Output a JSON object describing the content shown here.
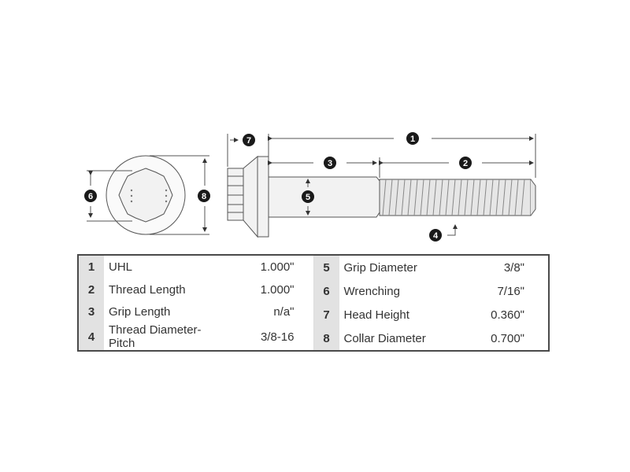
{
  "diagram": {
    "callouts": [
      {
        "n": "1",
        "name": "uhl-callout"
      },
      {
        "n": "2",
        "name": "thread-length-callout"
      },
      {
        "n": "3",
        "name": "grip-length-callout"
      },
      {
        "n": "4",
        "name": "thread-diameter-callout"
      },
      {
        "n": "5",
        "name": "grip-diameter-callout"
      },
      {
        "n": "6",
        "name": "wrenching-callout"
      },
      {
        "n": "7",
        "name": "head-height-callout"
      },
      {
        "n": "8",
        "name": "collar-diameter-callout"
      }
    ],
    "colors": {
      "line": "#555555",
      "fill": "#f2f2f2",
      "callout": "#1a1a1a",
      "table_num_bg": "#e2e2e2",
      "border": "#4a4a4a"
    }
  },
  "specs": {
    "left": [
      {
        "num": "1",
        "label": "UHL",
        "value": "1.000ʺ"
      },
      {
        "num": "2",
        "label": "Thread Length",
        "value": "1.000ʺ"
      },
      {
        "num": "3",
        "label": "Grip Length",
        "value": "n/aʺ"
      },
      {
        "num": "4",
        "label": "Thread Diameter-Pitch",
        "value": "3/8-16"
      }
    ],
    "right": [
      {
        "num": "5",
        "label": "Grip Diameter",
        "value": "3/8ʺ"
      },
      {
        "num": "6",
        "label": "Wrenching",
        "value": "7/16ʺ"
      },
      {
        "num": "7",
        "label": "Head Height",
        "value": "0.360ʺ"
      },
      {
        "num": "8",
        "label": "Collar Diameter",
        "value": "0.700ʺ"
      }
    ]
  }
}
